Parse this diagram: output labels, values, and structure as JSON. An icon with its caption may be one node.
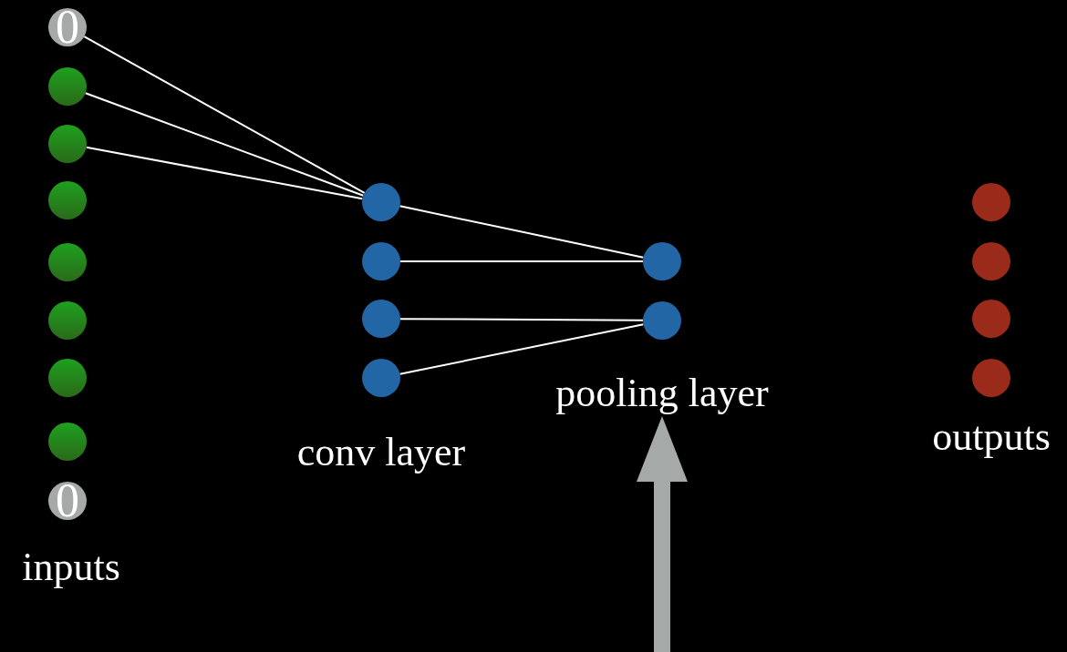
{
  "diagram": {
    "nodes": [
      {
        "text": [
          "0"
        ]
      },
      {
        "text": [],
        "shape": "circle"
      },
      {
        "text": [],
        "shape": "circle"
      },
      {
        "text": [],
        "shape": "circle"
      },
      {
        "text": [],
        "shape": "circle"
      },
      {
        "text": [],
        "shape": "circle"
      },
      {
        "text": [],
        "shape": "circle"
      },
      {
        "text": [],
        "shape": "circle"
      },
      {
        "text": [
          "0"
        ]
      },
      {
        "text": [],
        "shape": "circle"
      },
      {
        "text": [],
        "shape": "circle"
      },
      {
        "text": [],
        "shape": "circle"
      },
      {
        "text": [],
        "shape": "circle"
      },
      {
        "text": [],
        "shape": "circle"
      },
      {
        "text": [],
        "shape": "circle"
      },
      {
        "text": [],
        "shape": "circle"
      },
      {
        "text": [],
        "shape": "circle"
      },
      {
        "text": [],
        "shape": "circle"
      },
      {
        "text": [],
        "shape": "circle"
      },
      {
        "text": [
          "pooling layer"
        ]
      }
    ],
    "edges": [
      {
        "from": 0,
        "to": 9,
        "arrow": "none"
      },
      {
        "from": 1,
        "to": 9,
        "arrow": "none"
      },
      {
        "from": 2,
        "to": 9,
        "arrow": "none"
      },
      {
        "from": 9,
        "to": 13,
        "arrow": "none"
      },
      {
        "from": 10,
        "to": 13,
        "arrow": "none"
      },
      {
        "from": 11,
        "to": 14,
        "arrow": "none"
      },
      {
        "from": 12,
        "to": 14,
        "arrow": "none"
      },
      {
        "from": null,
        "to": 19,
        "arrow": "to",
        "style": "thick",
        "color": "#a5a9a7"
      }
    ],
    "labels": [
      "outputs",
      "conv layer",
      "inputs"
    ]
  }
}
